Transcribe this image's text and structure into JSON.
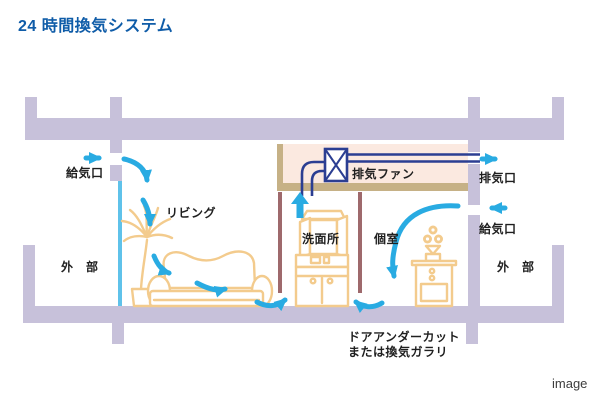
{
  "title": "24 時間換気システム",
  "watermark": "image",
  "colors": {
    "wall": "#c7c1da",
    "ceiling": "#fbe9e0",
    "ceiling_border": "#c6b186",
    "maroon": "#9e696c",
    "arrow": "#29abe2",
    "duct": "#2b3e92",
    "furniture": "#f3cb8d",
    "window": "#5fc2ea",
    "title": "#0f5ca8",
    "text": "#1f1f1f"
  },
  "labels": {
    "supply_inlet_left": "給気口",
    "living_room": "リビング",
    "exterior_left": "外　部",
    "exhaust_fan": "排気ファン",
    "exhaust_outlet": "排気口",
    "supply_inlet_right": "給気口",
    "exterior_right": "外　部",
    "washroom": "洗面所",
    "private_room": "個室",
    "door_undercut_line1": "ドアアンダーカット",
    "door_undercut_line2": "または換気ガラリ"
  },
  "icons": {
    "exhaust_fan": "crossed-box",
    "airflow": "cyan-arrow"
  }
}
